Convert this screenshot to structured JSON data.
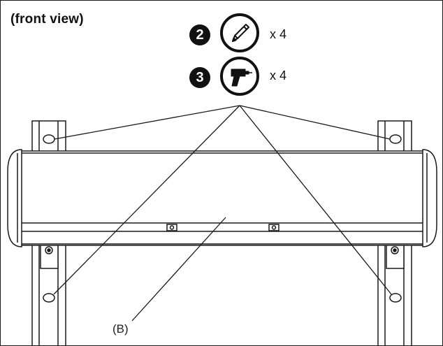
{
  "view_label": "(front view)",
  "steps": [
    {
      "number": "2",
      "tool_icon": "pencil-icon",
      "quantity": "x 4"
    },
    {
      "number": "3",
      "tool_icon": "drill-icon",
      "quantity": "x 4"
    }
  ],
  "part_label": "(B)",
  "colors": {
    "line": "#1a1a1a",
    "fill": "#ffffff",
    "shade": "#e6e6e6"
  }
}
